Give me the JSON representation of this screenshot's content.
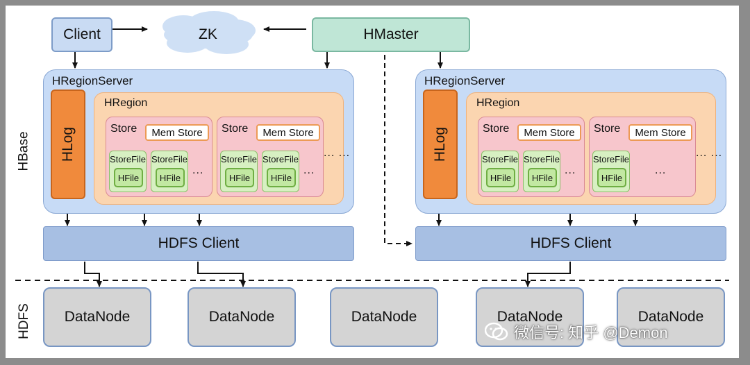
{
  "labels": {
    "client": "Client",
    "zk": "ZK",
    "hmaster": "HMaster",
    "hregionserver": "HRegionServer",
    "hlog": "HLog",
    "hregion": "HRegion",
    "store": "Store",
    "memstore": "Mem Store",
    "storefile": "StoreFile",
    "hfile": "HFile",
    "ellipsis": "...",
    "ellipsis_long": "... ...",
    "hdfs_client": "HDFS Client",
    "datanode": "DataNode",
    "hbase": "HBase",
    "hdfs": "HDFS"
  },
  "watermark": "微信号: 知乎 @Demon",
  "colors": {
    "hlog": "#f08a3c",
    "hregion": "#fbd5b0",
    "store": "#f7c6cc",
    "hfile": "#c2e8a2",
    "hdfs_client": "#a7bfe3",
    "datanode": "#d4d4d4",
    "hmaster": "#bfe6d6",
    "client": "#c9dbf3"
  }
}
